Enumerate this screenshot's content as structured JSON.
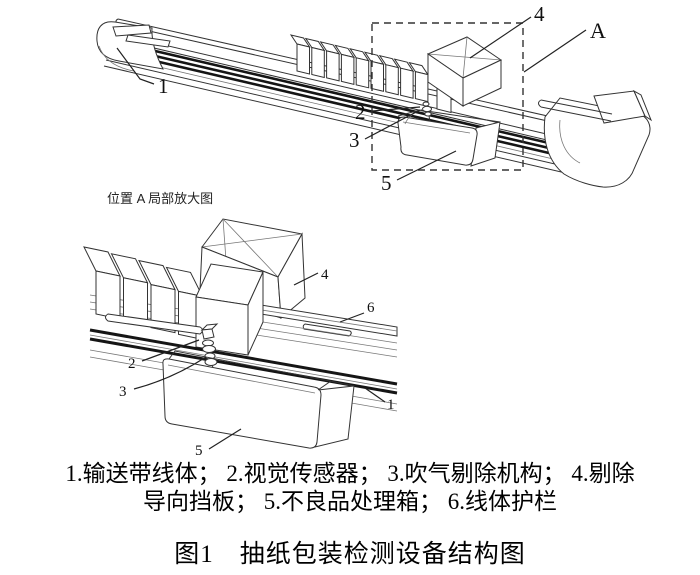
{
  "figure": {
    "overview_callouts": {
      "c1": "1",
      "c2": "2",
      "c3": "3",
      "c4": "4",
      "c5": "5",
      "region": "A"
    },
    "detail_callouts": {
      "c1": "1",
      "c2": "2",
      "c3": "3",
      "c4": "4",
      "c5": "5",
      "c6": "6"
    },
    "locator_caption": "位置 A 局部放大图",
    "legend_line1": "1.输送带线体； 2.视觉传感器； 3.吹气剔除机构； 4.剔除",
    "legend_line2": "导向挡板； 5.不良品处理箱； 6.线体护栏",
    "title": "图1　抽纸包装检测设备结构图",
    "parts": [
      {
        "num": "1",
        "name": "输送带线体"
      },
      {
        "num": "2",
        "name": "视觉传感器"
      },
      {
        "num": "3",
        "name": "吹气剔除机构"
      },
      {
        "num": "4",
        "name": "剔除导向挡板"
      },
      {
        "num": "5",
        "name": "不良品处理箱"
      },
      {
        "num": "6",
        "name": "线体护栏"
      }
    ],
    "colors": {
      "line": "#333333",
      "belt_dark": "#151515",
      "background": "#ffffff"
    }
  }
}
